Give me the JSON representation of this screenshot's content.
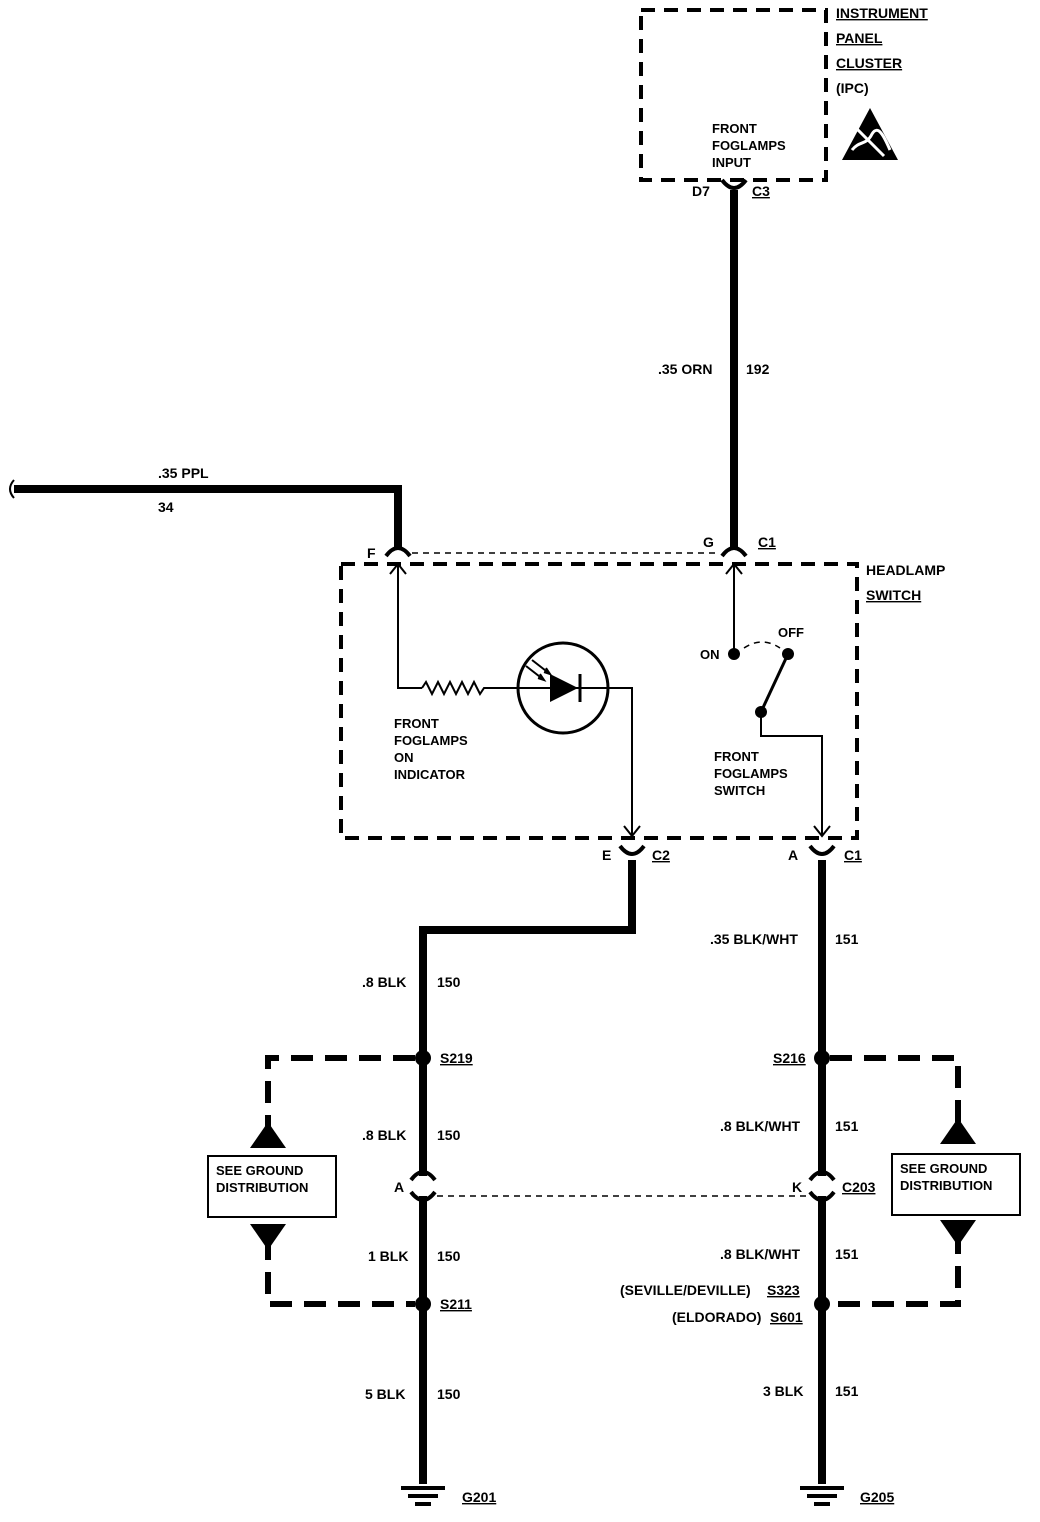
{
  "ipc": {
    "title_lines": [
      "INSTRUMENT",
      "PANEL",
      "CLUSTER",
      "(IPC)"
    ],
    "input_lines": [
      "FRONT",
      "FOGLAMPS",
      "INPUT"
    ],
    "pin": "D7",
    "connector": "C3",
    "esd_icon": "esd-warning-icon"
  },
  "wire_ipc": {
    "gauge_color": ".35 ORN",
    "circuit": "192"
  },
  "wire_ppl": {
    "gauge_color": ".35 PPL",
    "circuit": "34"
  },
  "headlamp_switch": {
    "title_lines": [
      "HEADLAMP",
      "SWITCH"
    ],
    "pin_f": "F",
    "pin_g": "G",
    "conn_g": "C1",
    "pin_e": "E",
    "conn_e": "C2",
    "pin_a": "A",
    "conn_a": "C1",
    "indicator_lines": [
      "FRONT",
      "FOGLAMPS",
      "ON",
      "INDICATOR"
    ],
    "switch_lines": [
      "FRONT",
      "FOGLAMPS",
      "SWITCH"
    ],
    "on_label": "ON",
    "off_label": "OFF"
  },
  "left_branch": {
    "w1": {
      "gauge_color": ".8 BLK",
      "circuit": "150"
    },
    "splice_top": "S219",
    "w2": {
      "gauge_color": ".8 BLK",
      "circuit": "150"
    },
    "conn_pin": "A",
    "w3": {
      "gauge_color": "1 BLK",
      "circuit": "150"
    },
    "splice_bottom": "S211",
    "w4": {
      "gauge_color": "5 BLK",
      "circuit": "150"
    },
    "ground": "G201",
    "see_ground_lines": [
      "SEE GROUND",
      "DISTRIBUTION"
    ]
  },
  "right_branch": {
    "w1": {
      "gauge_color": ".35 BLK/WHT",
      "circuit": "151"
    },
    "splice_top": "S216",
    "w2": {
      "gauge_color": ".8 BLK/WHT",
      "circuit": "151"
    },
    "conn_pin": "K",
    "connector": "C203",
    "w3": {
      "gauge_color": ".8 BLK/WHT",
      "circuit": "151"
    },
    "splice_a_prefix": "(SEVILLE/DEVILLE)",
    "splice_a": "S323",
    "splice_b_prefix": "(ELDORADO)",
    "splice_b": "S601",
    "w4": {
      "gauge_color": "3 BLK",
      "circuit": "151"
    },
    "ground": "G205",
    "see_ground_lines": [
      "SEE GROUND",
      "DISTRIBUTION"
    ]
  }
}
